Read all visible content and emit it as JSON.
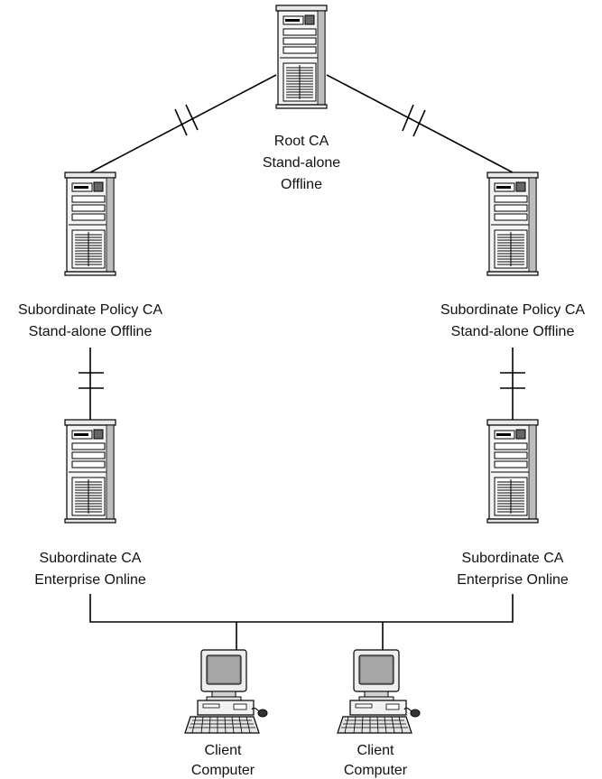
{
  "root": {
    "name": "Root CA",
    "type": "Stand-alone",
    "status": "Offline"
  },
  "policy_left": {
    "name": "Subordinate Policy CA",
    "detail": "Stand-alone Offline"
  },
  "policy_right": {
    "name": "Subordinate Policy CA",
    "detail": "Stand-alone Offline"
  },
  "issuing_left": {
    "name": "Subordinate CA",
    "detail": "Enterprise Online"
  },
  "issuing_right": {
    "name": "Subordinate CA",
    "detail": "Enterprise Online"
  },
  "client_left": {
    "line1": "Client",
    "line2": "Computer"
  },
  "client_right": {
    "line1": "Client",
    "line2": "Computer"
  }
}
